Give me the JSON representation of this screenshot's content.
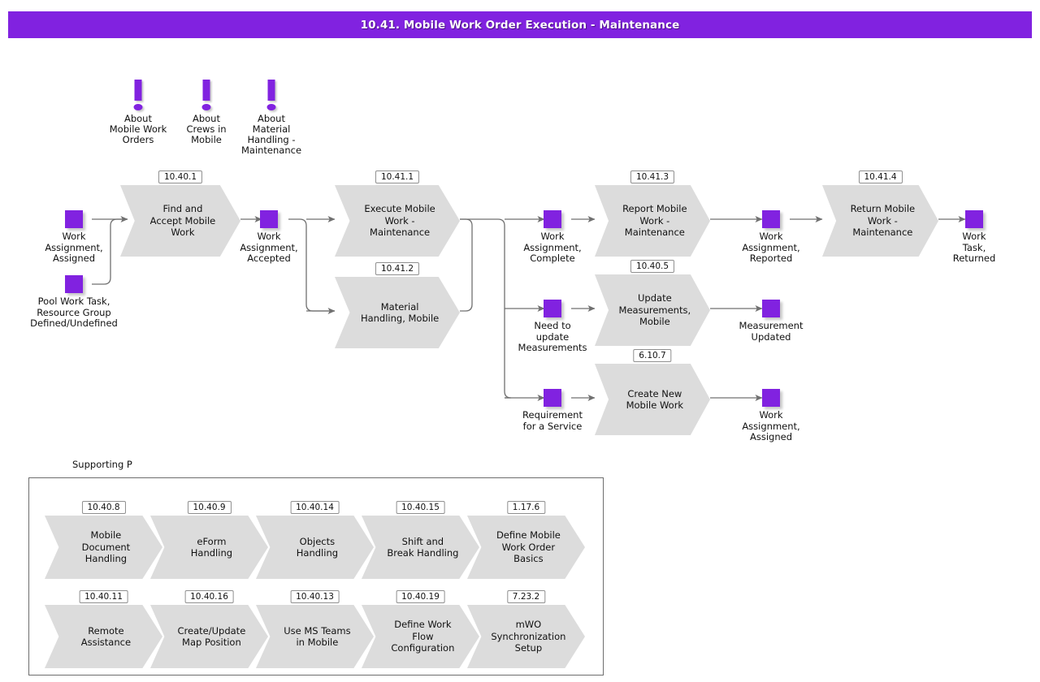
{
  "header": {
    "title": "10.41. Mobile Work Order Execution - Maintenance",
    "accent_color": "#8122e0"
  },
  "colors": {
    "accent": "#8122e0",
    "process_fill": "#dcdcdc",
    "process_border": "none",
    "badge_border": "#8f8f8f",
    "connector": "#707070",
    "support_box_border": "#6e6e6e"
  },
  "info_markers": [
    {
      "icon": "exclamation-icon",
      "label": "About\nMobile Work\nOrders"
    },
    {
      "icon": "exclamation-icon",
      "label": "About\nCrews in\nMobile"
    },
    {
      "icon": "exclamation-icon",
      "label": "About\nMaterial\nHandling -\nMaintenance"
    }
  ],
  "processes": [
    {
      "id": "10.40.1",
      "label": "Find and\nAccept Mobile\nWork"
    },
    {
      "id": "10.41.1",
      "label": "Execute Mobile\nWork -\nMaintenance"
    },
    {
      "id": "10.41.2",
      "label": "Material\nHandling, Mobile"
    },
    {
      "id": "10.41.3",
      "label": "Report Mobile\nWork -\nMaintenance"
    },
    {
      "id": "10.40.5",
      "label": "Update\nMeasurements,\nMobile"
    },
    {
      "id": "6.10.7",
      "label": "Create New\nMobile Work"
    },
    {
      "id": "10.41.4",
      "label": "Return Mobile\nWork -\nMaintenance"
    }
  ],
  "states": [
    {
      "label": "Work\nAssignment,\nAssigned"
    },
    {
      "label": "Pool Work Task,\nResource Group\nDefined/Undefined"
    },
    {
      "label": "Work\nAssignment,\nAccepted"
    },
    {
      "label": "Work\nAssignment,\nComplete"
    },
    {
      "label": "Need to\nupdate\nMeasurements"
    },
    {
      "label": "Requirement\nfor a Service"
    },
    {
      "label": "Work\nAssignment,\nReported"
    },
    {
      "label": "Measurement\nUpdated"
    },
    {
      "label": "Work\nAssignment,\nAssigned"
    },
    {
      "label": "Work Task,\nReturned"
    }
  ],
  "supporting": {
    "caption": "Supporting P",
    "rows": [
      [
        {
          "id": "10.40.8",
          "label": "Mobile\nDocument\nHandling"
        },
        {
          "id": "10.40.9",
          "label": "eForm\nHandling"
        },
        {
          "id": "10.40.14",
          "label": "Objects\nHandling"
        },
        {
          "id": "10.40.15",
          "label": "Shift and\nBreak Handling"
        },
        {
          "id": "1.17.6",
          "label": "Define Mobile\nWork Order\nBasics"
        }
      ],
      [
        {
          "id": "10.40.11",
          "label": "Remote\nAssistance"
        },
        {
          "id": "10.40.16",
          "label": "Create/Update\nMap Position"
        },
        {
          "id": "10.40.13",
          "label": "Use MS Teams\nin Mobile"
        },
        {
          "id": "10.40.19",
          "label": "Define Work\nFlow\nConfiguration"
        },
        {
          "id": "7.23.2",
          "label": "mWO\nSynchronization\nSetup"
        }
      ]
    ]
  }
}
